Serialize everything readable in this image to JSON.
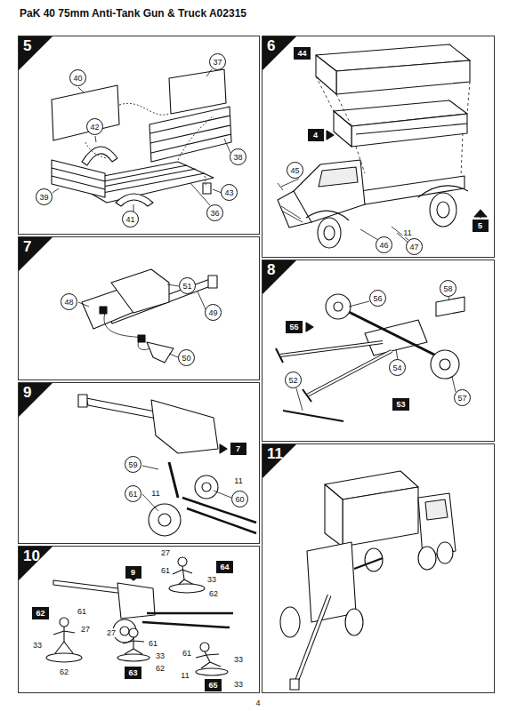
{
  "diagram": {
    "title": "PaK 40 75mm Anti-Tank Gun & Truck A02315",
    "nodes": [
      {
        "text": [
          "5"
        ]
      },
      {
        "text": [
          "40"
        ],
        "in": 0
      },
      {
        "text": [
          "37"
        ],
        "in": 0
      },
      {
        "text": [
          "42"
        ],
        "in": 0
      },
      {
        "text": [
          "38"
        ],
        "in": 0
      },
      {
        "text": [
          "39"
        ],
        "in": 0
      },
      {
        "text": [
          "43"
        ],
        "in": 0
      },
      {
        "text": [
          "36"
        ],
        "in": 0
      },
      {
        "text": [
          "41"
        ],
        "in": 0
      },
      {
        "text": [
          "6"
        ]
      },
      {
        "text": [
          "44"
        ],
        "in": 9
      },
      {
        "text": [
          "45"
        ],
        "in": 9
      },
      {
        "text": [
          "4"
        ],
        "in": 9
      },
      {
        "text": [
          "46"
        ],
        "in": 9
      },
      {
        "text": [
          "47"
        ],
        "in": 9
      },
      {
        "text": [
          "5"
        ],
        "in": 9
      },
      {
        "text": [
          "7"
        ]
      },
      {
        "text": [
          "48"
        ],
        "in": 16
      },
      {
        "text": [
          "51"
        ],
        "in": 16
      },
      {
        "text": [
          "49"
        ],
        "in": 16
      },
      {
        "text": [
          "50"
        ],
        "in": 16
      },
      {
        "text": [
          "8"
        ]
      },
      {
        "text": [
          "56"
        ],
        "in": 21
      },
      {
        "text": [
          "58"
        ],
        "in": 21
      },
      {
        "text": [
          "55"
        ],
        "in": 21
      },
      {
        "text": [
          "54"
        ],
        "in": 21
      },
      {
        "text": [
          "52"
        ],
        "in": 21
      },
      {
        "text": [
          "53"
        ],
        "in": 21
      },
      {
        "text": [
          "57"
        ],
        "in": 21
      },
      {
        "text": [
          "9"
        ]
      },
      {
        "text": [
          "7"
        ],
        "in": 29
      },
      {
        "text": [
          "59"
        ],
        "in": 29
      },
      {
        "text": [
          "60"
        ],
        "in": 29
      },
      {
        "text": [
          "61"
        ],
        "in": 29
      },
      {
        "text": [
          "10"
        ]
      },
      {
        "text": [
          "9"
        ],
        "in": 34
      },
      {
        "text": [
          "64"
        ],
        "in": 34
      },
      {
        "text": [
          "62"
        ],
        "in": 34
      },
      {
        "text": [
          "63"
        ],
        "in": 34
      },
      {
        "text": [
          "65"
        ],
        "in": 34
      },
      {
        "text": [
          "11"
        ]
      }
    ],
    "labels": [
      "11",
      "11",
      "11",
      "27",
      "61",
      "33",
      "62",
      "61",
      "27",
      "33",
      "62",
      "27",
      "61",
      "33",
      "62",
      "61",
      "33",
      "11",
      "33",
      "4"
    ]
  }
}
